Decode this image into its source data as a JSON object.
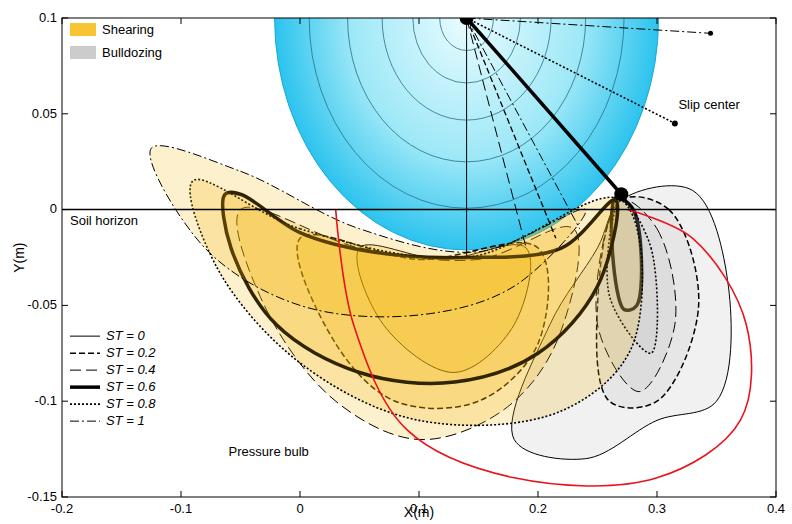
{
  "diagram": {
    "labels": [
      "-0.2",
      "-0.1",
      "0",
      "0.1",
      "0.2",
      "0.3",
      "0.4",
      "0.1",
      "0.05",
      "0",
      "-0.05",
      "-0.1",
      "-0.15",
      "X(m)",
      "Y(m)",
      "Soil horizon",
      "Slip center",
      "Pressure bulb"
    ],
    "legend": [
      {
        "text": "Shearing",
        "color": "#f7b500"
      },
      {
        "text": "Bulldozing",
        "color": "#bfbfbf"
      },
      {
        "text": "ST = 0"
      },
      {
        "text": "ST = 0.2"
      },
      {
        "text": "ST = 0.4"
      },
      {
        "text": "ST = 0.6"
      },
      {
        "text": "ST = 0.8"
      },
      {
        "text": "ST = 1"
      }
    ]
  }
}
